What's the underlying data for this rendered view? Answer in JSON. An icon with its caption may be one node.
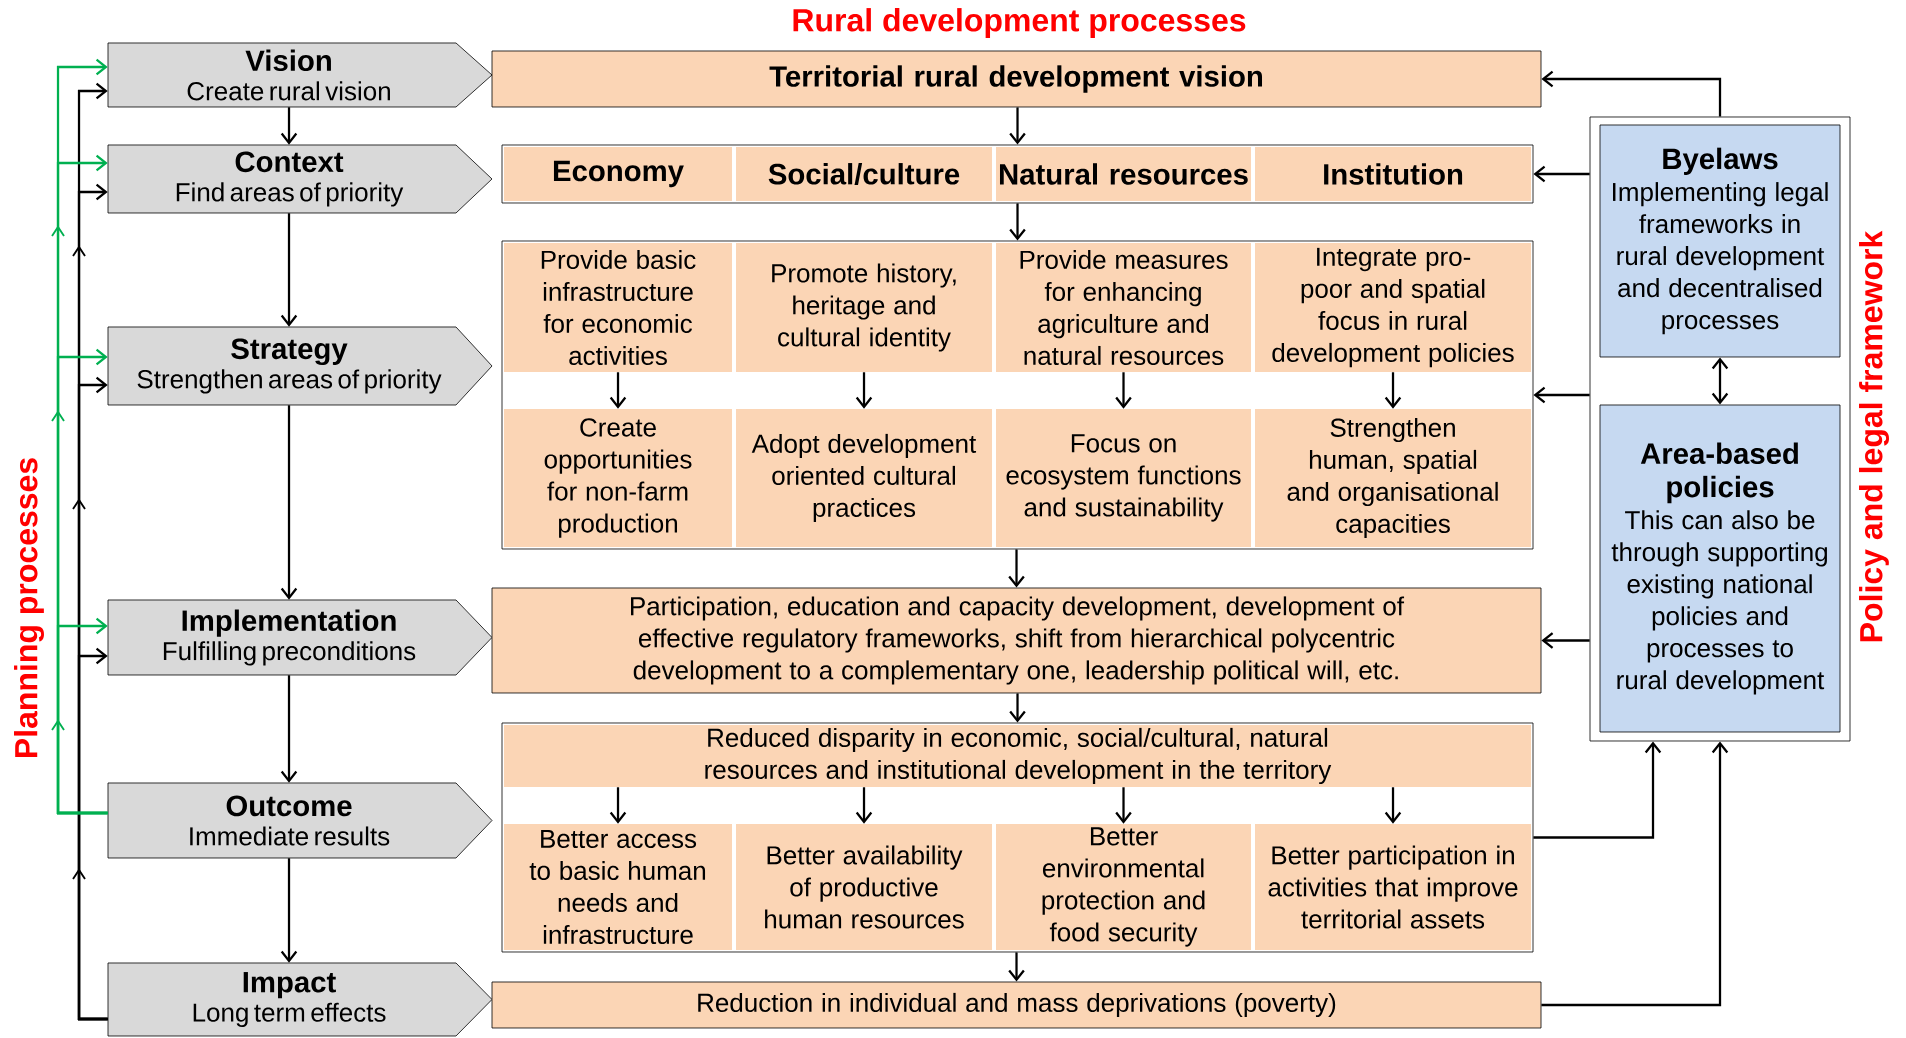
{
  "diagram": {
    "title": "Rural development processes",
    "nodes": [
      {
        "text": [
          "Vision",
          "Create rural vision"
        ]
      },
      {
        "text": [
          "Context",
          "Find areas of priority"
        ]
      },
      {
        "text": [
          "Strategy",
          "Strengthen areas of priority"
        ]
      },
      {
        "text": [
          "Implementation",
          "Fulfilling preconditions"
        ]
      },
      {
        "text": [
          "Outcome",
          "Immediate results"
        ]
      },
      {
        "text": [
          "Impact",
          "Long term effects"
        ]
      },
      {
        "text": [
          "Territorial rural development vision"
        ]
      },
      {
        "text": [],
        "shape": "box"
      },
      {
        "text": [
          "Economy"
        ],
        "in": 7
      },
      {
        "text": [
          "Social/culture"
        ],
        "in": 7
      },
      {
        "text": [
          "Natural resources"
        ],
        "in": 7
      },
      {
        "text": [
          "Institution"
        ],
        "in": 7
      },
      {
        "text": [],
        "shape": "box"
      },
      {
        "text": [
          "Provide basic infrastructure for economic activities"
        ],
        "in": 12
      },
      {
        "text": [
          "Promote history, heritage and cultural identity"
        ],
        "in": 12
      },
      {
        "text": [
          "Provide measures for enhancing agriculture and natural resources"
        ],
        "in": 12
      },
      {
        "text": [
          "Integrate pro-poor and spatial focus in rural development policies"
        ],
        "in": 12
      },
      {
        "text": [
          "Create opportunities for non-farm production"
        ],
        "in": 12
      },
      {
        "text": [
          "Adopt development oriented cultural practices"
        ],
        "in": 12
      },
      {
        "text": [
          "Focus on ecosystem functions and sustainability"
        ],
        "in": 12
      },
      {
        "text": [
          "Strengthen human, spatial and organisational capacities"
        ],
        "in": 12
      },
      {
        "text": [
          "Participation, education and capacity development,  development of effective regulatory frameworks, shift from hierarchical polycentric development to a complementary one, leadership political will, etc."
        ]
      },
      {
        "text": [],
        "shape": "box"
      },
      {
        "text": [
          "Reduced disparity in economic, social/cultural, natural resources and institutional development in the territory"
        ],
        "in": 22
      },
      {
        "text": [
          "Better access to basic human needs and infrastructure"
        ],
        "in": 22
      },
      {
        "text": [
          "Better availability of productive human resources"
        ],
        "in": 22
      },
      {
        "text": [
          "Better environmental protection and food security"
        ],
        "in": 22
      },
      {
        "text": [
          "Better participation in activities that improve territorial assets"
        ],
        "in": 22
      },
      {
        "text": [
          "Reduction in individual and mass deprivations (poverty)"
        ]
      },
      {
        "text": [
          "Policy and legal framework"
        ]
      },
      {
        "text": [
          "Byelaws",
          "Implementing legal frameworks in rural development and decentralised processes"
        ],
        "in": 29
      },
      {
        "text": [
          "Area-based policies",
          "This can also be through supporting existing national policies and processes to rural development"
        ],
        "in": 29
      }
    ],
    "edges": [
      {
        "from": 0,
        "to": 1,
        "arrow": "to"
      },
      {
        "from": 1,
        "to": 2,
        "arrow": "to"
      },
      {
        "from": 2,
        "to": 3,
        "arrow": "to"
      },
      {
        "from": 3,
        "to": 4,
        "arrow": "to"
      },
      {
        "from": 4,
        "to": 5,
        "arrow": "to"
      },
      {
        "from": 6,
        "to": 7,
        "arrow": "to"
      },
      {
        "from": 7,
        "to": 12,
        "arrow": "to"
      },
      {
        "from": 13,
        "to": 17,
        "arrow": "to"
      },
      {
        "from": 14,
        "to": 18,
        "arrow": "to"
      },
      {
        "from": 15,
        "to": 19,
        "arrow": "to"
      },
      {
        "from": 16,
        "to": 20,
        "arrow": "to"
      },
      {
        "from": 12,
        "to": 21,
        "arrow": "to"
      },
      {
        "from": 21,
        "to": 22,
        "arrow": "to"
      },
      {
        "from": 23,
        "to": 24,
        "arrow": "to"
      },
      {
        "from": 23,
        "to": 25,
        "arrow": "to"
      },
      {
        "from": 23,
        "to": 26,
        "arrow": "to"
      },
      {
        "from": 23,
        "to": 27,
        "arrow": "to"
      },
      {
        "from": 22,
        "to": 28,
        "arrow": "to"
      },
      {
        "from": 29,
        "to": 6,
        "arrow": "to"
      },
      {
        "from": 29,
        "to": 7,
        "arrow": "to"
      },
      {
        "from": 29,
        "to": 12,
        "arrow": "to"
      },
      {
        "from": 29,
        "to": 21,
        "arrow": "to"
      },
      {
        "from": 30,
        "to": 31,
        "arrow": "both"
      },
      {
        "from": 22,
        "to": 29,
        "arrow": "to"
      },
      {
        "from": 28,
        "to": 29,
        "arrow": "to"
      },
      {
        "from": 5,
        "to": 0,
        "arrow": "to"
      },
      {
        "from": 5,
        "to": 1,
        "arrow": "to"
      },
      {
        "from": 5,
        "to": 2,
        "arrow": "to"
      },
      {
        "from": 5,
        "to": 3,
        "arrow": "to"
      },
      {
        "from": 4,
        "to": 0,
        "arrow": "to",
        "color": "#00b050"
      },
      {
        "from": 4,
        "to": 1,
        "arrow": "to",
        "color": "#00b050"
      },
      {
        "from": 4,
        "to": 2,
        "arrow": "to",
        "color": "#00b050"
      },
      {
        "from": 4,
        "to": 3,
        "arrow": "to",
        "color": "#00b050"
      }
    ],
    "labels": [
      "Planning processes"
    ]
  }
}
